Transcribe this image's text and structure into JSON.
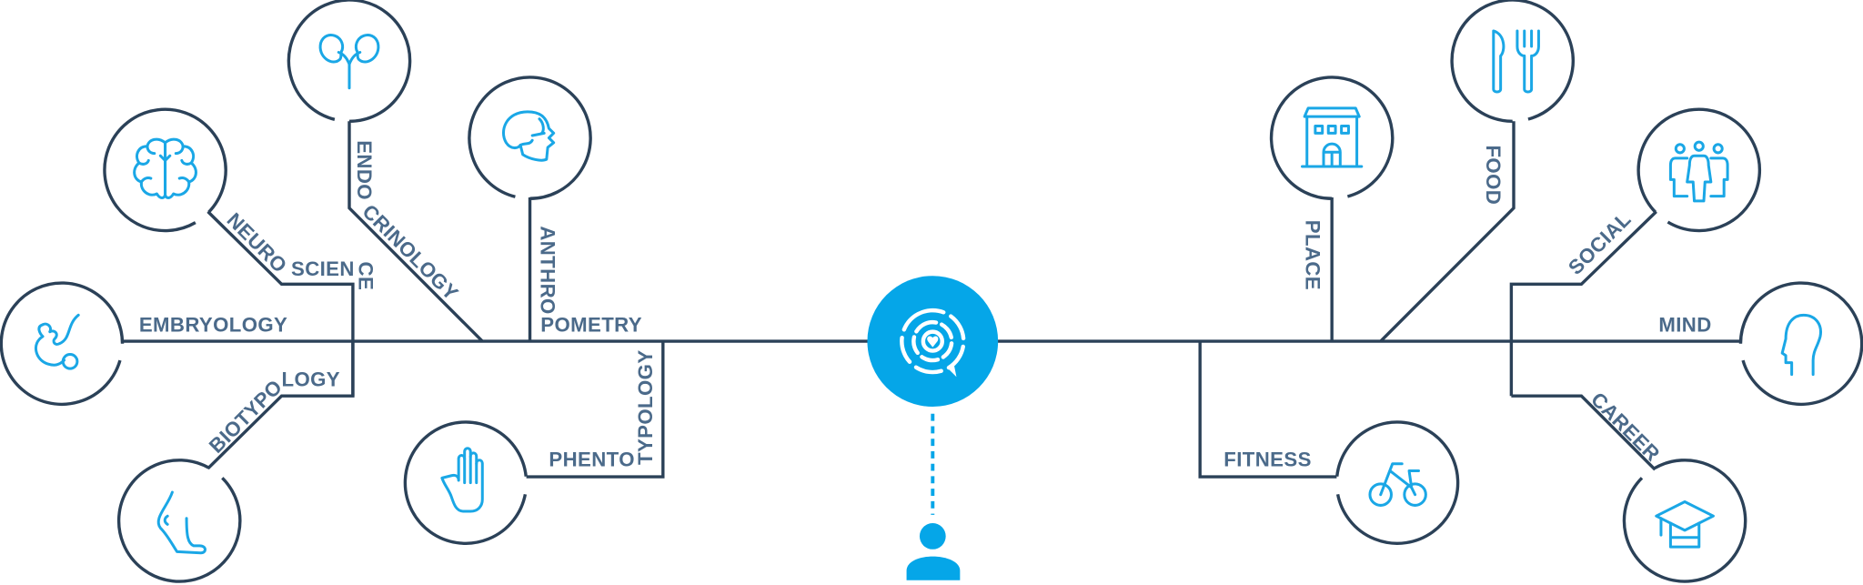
{
  "colors": {
    "line": "#2b4158",
    "label": "#4b6a8a",
    "icon": "#1aa7e6",
    "hub": "#05a6e8"
  },
  "hub": {
    "icon": "heart-speech-signal-icon"
  },
  "user": {
    "icon": "user-icon"
  },
  "nodes": {
    "neuroscience": {
      "parts": [
        "NEURO",
        "SCIEN",
        "CE"
      ],
      "icon": "brain-icon"
    },
    "endocrinology": {
      "parts": [
        "ENDO",
        "CRINOLOGY"
      ],
      "icon": "kidneys-icon"
    },
    "anthropometry": {
      "parts": [
        "ANTHRO",
        "POMETRY"
      ],
      "icon": "skull-icon"
    },
    "embryology": {
      "parts": [
        "EMBRYOLOGY"
      ],
      "icon": "embryo-icon"
    },
    "biotypology": {
      "parts": [
        "BIOTYPO",
        "LOGY"
      ],
      "icon": "foot-icon"
    },
    "phentotypology": {
      "parts": [
        "PHENTO",
        "TYPOLOGY"
      ],
      "icon": "hand-icon"
    },
    "place": {
      "parts": [
        "PLACE"
      ],
      "icon": "building-icon"
    },
    "food": {
      "parts": [
        "FOOD"
      ],
      "icon": "fork-knife-icon"
    },
    "social": {
      "parts": [
        "SOCIAL"
      ],
      "icon": "people-icon"
    },
    "mind": {
      "parts": [
        "MIND"
      ],
      "icon": "head-icon"
    },
    "career": {
      "parts": [
        "CAREER"
      ],
      "icon": "graduation-cap-icon"
    },
    "fitness": {
      "parts": [
        "FITNESS"
      ],
      "icon": "bicycle-icon"
    }
  }
}
